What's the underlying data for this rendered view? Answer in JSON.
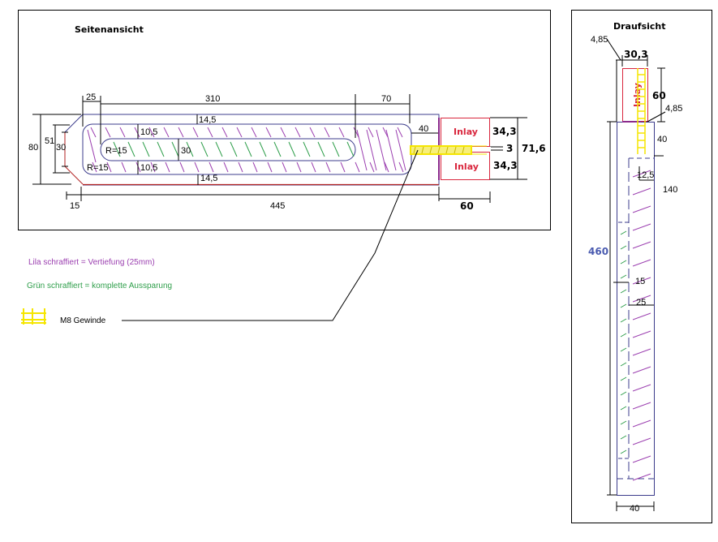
{
  "colors": {
    "outline": "#3c3c8c",
    "lila": "#9b3fb0",
    "gruen": "#2e9e4a",
    "inlay": "#d9263d",
    "thread": "#f5e600",
    "edge_red": "#b22222",
    "dim460": "#4a5bb0"
  },
  "side_view": {
    "title": "Seitenansicht",
    "dims": {
      "d25": "25",
      "d310": "310",
      "d70": "70",
      "d14_5_top": "14,5",
      "d10_5_top": "10,5",
      "d30_inner": "30",
      "r15_inner": "R=15",
      "r15_outer": "R=15",
      "d10_5_bottom": "10,5",
      "d14_5_bottom": "14,5",
      "d80": "80",
      "d51": "51",
      "d30_left": "30",
      "d40": "40",
      "d15": "15",
      "d445": "445",
      "d60": "60",
      "d34_3_top": "34,3",
      "d3": "3",
      "d34_3_bottom": "34,3",
      "d71_6": "71,6"
    },
    "inlay_top": "Inlay",
    "inlay_bottom": "Inlay"
  },
  "legend": {
    "lila": "Lila schraffiert = Vertiefung (25mm)",
    "gruen": "Grün schraffiert = komplette Aussparung",
    "m8": "M8 Gewinde"
  },
  "top_view": {
    "title": "Draufsicht",
    "dims": {
      "d4_85_top": "4,85",
      "d30_3": "30,3",
      "d60": "60",
      "d4_85_right": "4,85",
      "d40_upper": "40",
      "d12_5": "12,5",
      "d140": "140",
      "d460": "460",
      "d15": "15",
      "d25": "25",
      "d40_bottom": "40"
    },
    "inlay": "Inlay"
  }
}
